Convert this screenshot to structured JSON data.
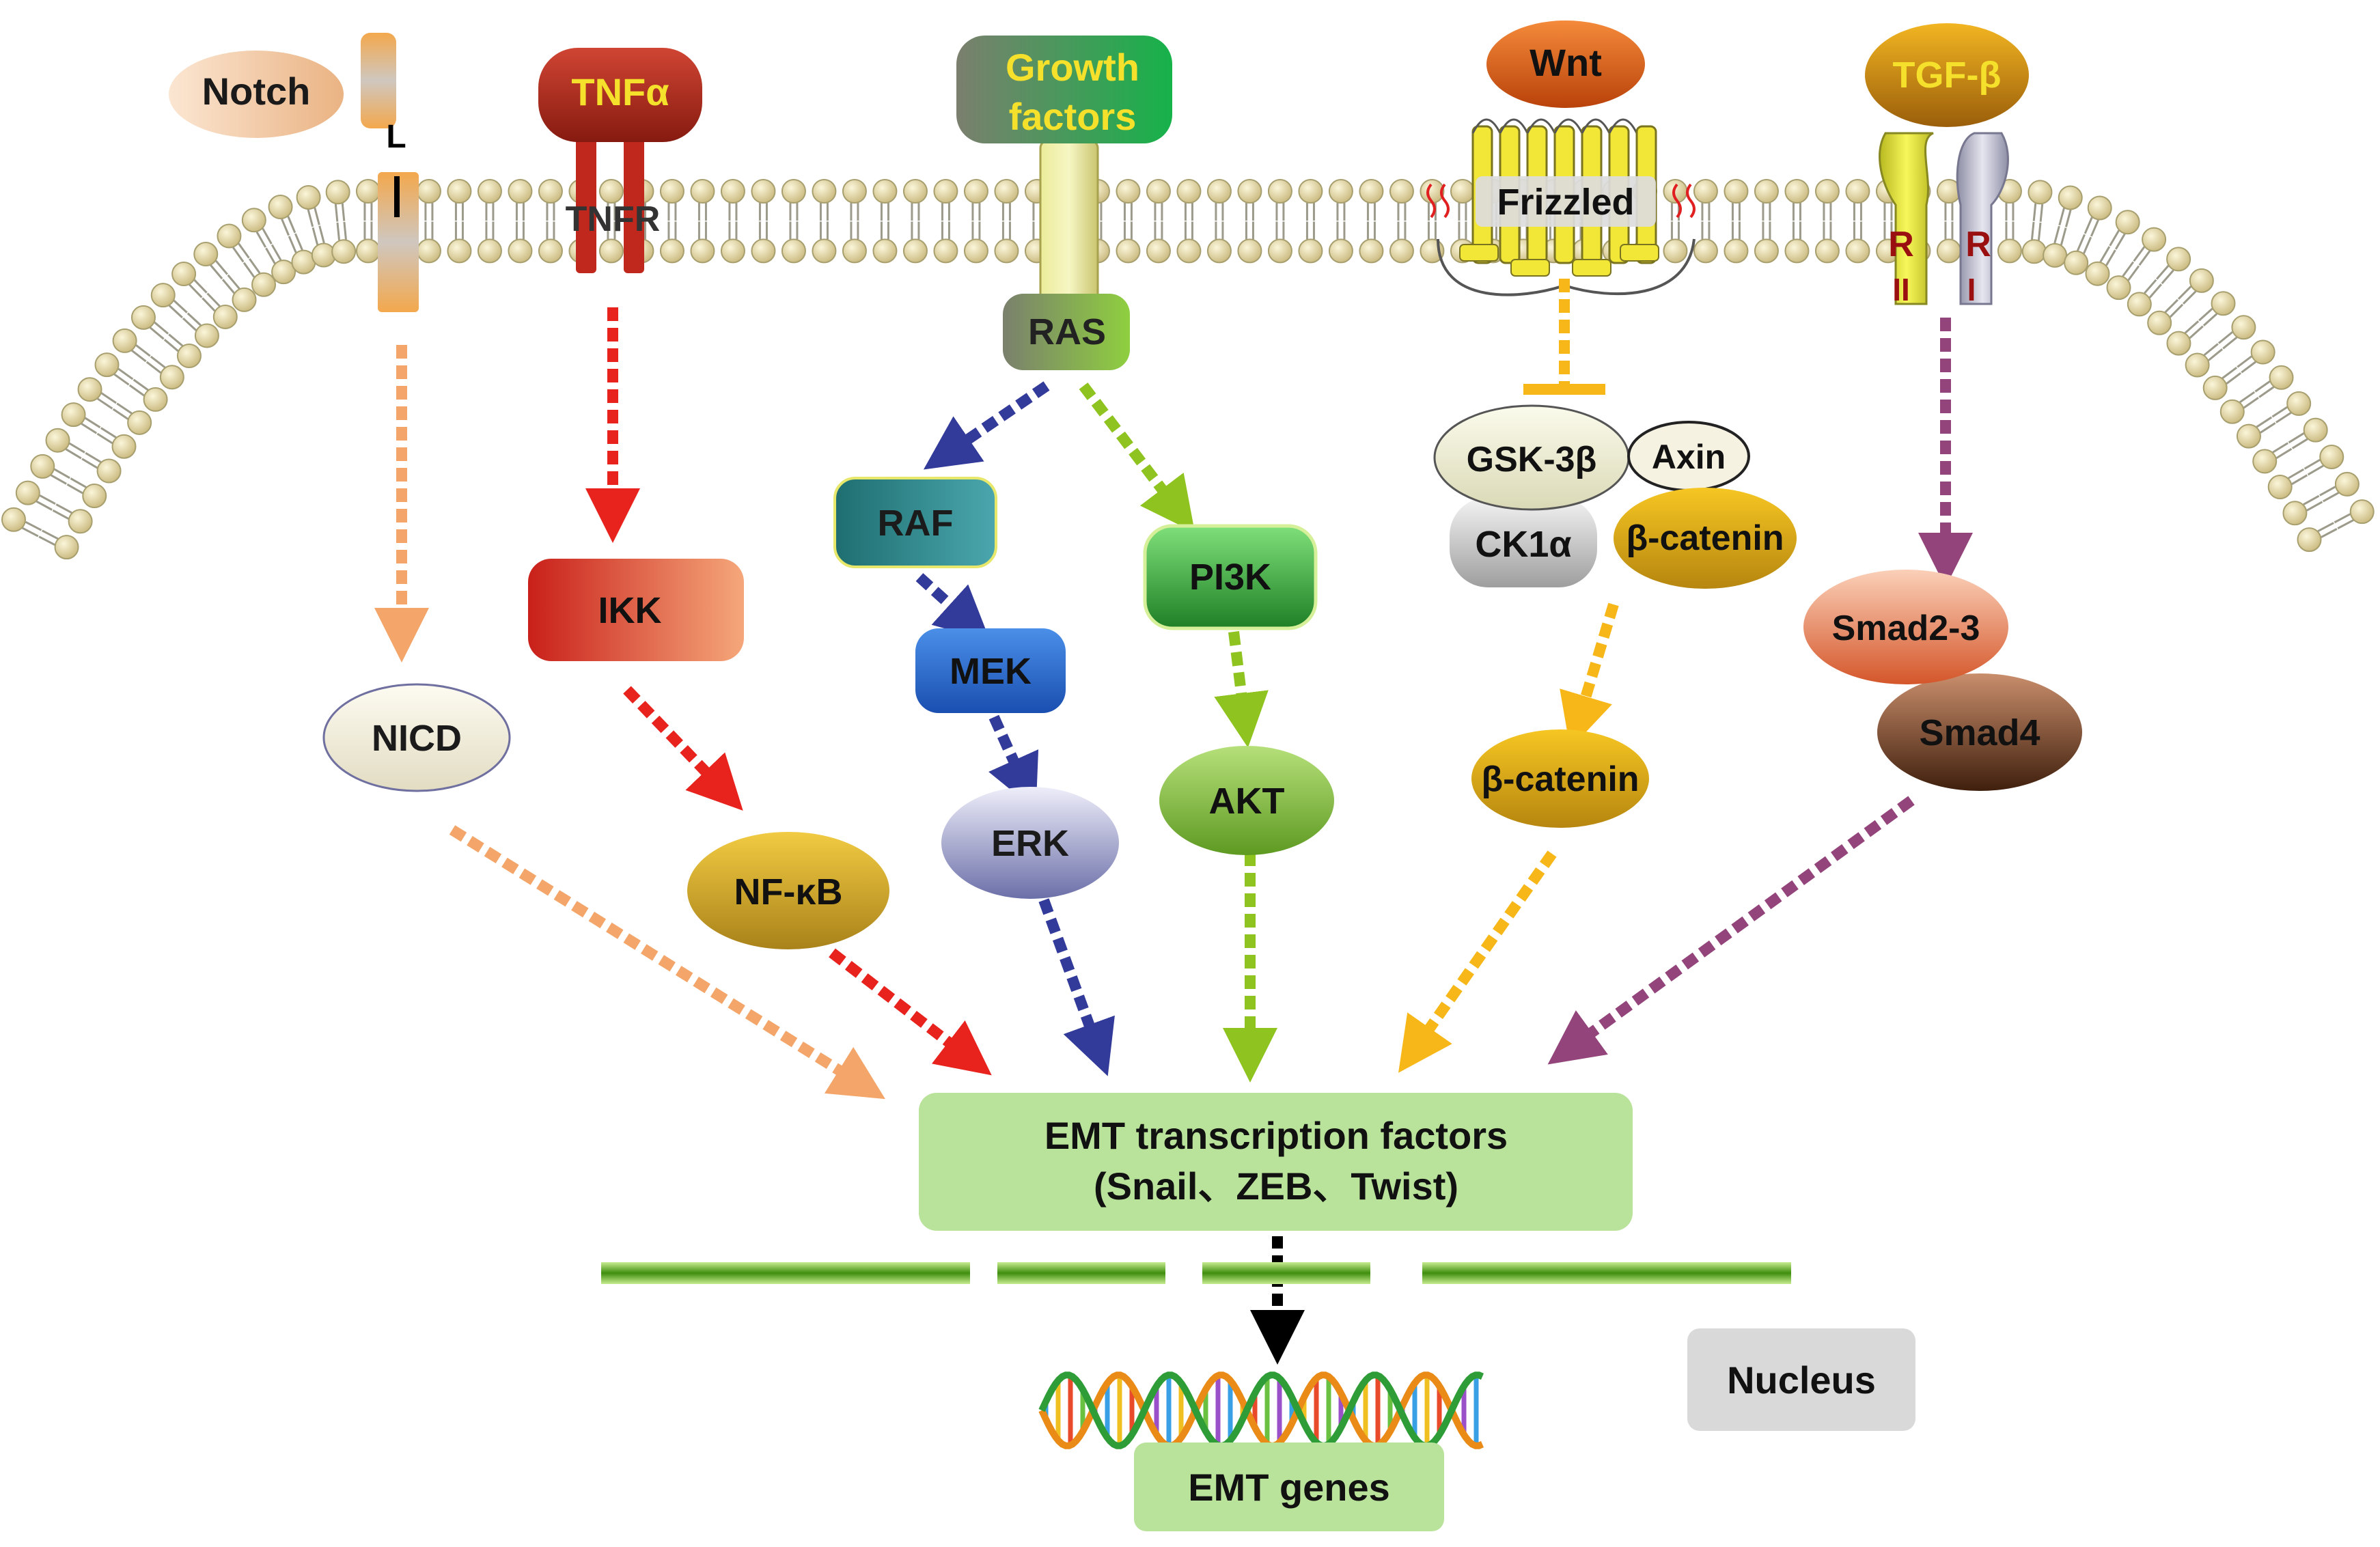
{
  "ligands": {
    "notch": "Notch",
    "tnfa": "TNFα",
    "growth_factors_line1": "Growth",
    "growth_factors_line2": "factors",
    "wnt": "Wnt",
    "tgfb": "TGF-β"
  },
  "receptors": {
    "notch_l": "L",
    "tnfr": "TNFR",
    "frizzled": "Frizzled",
    "tgfb_r_left": "R",
    "tgfb_r_left_sub": "II",
    "tgfb_r_right": "R",
    "tgfb_r_right_sub": "I"
  },
  "nodes": {
    "ras": "RAS",
    "raf": "RAF",
    "mek": "MEK",
    "erk": "ERK",
    "pi3k": "PI3K",
    "akt": "AKT",
    "ikk": "IKK",
    "nfkb": "NF-κB",
    "nicd": "NICD",
    "gsk3b": "GSK-3β",
    "axin": "Axin",
    "ck1a": "CK1α",
    "bcatenin_complex": "β-catenin",
    "bcatenin_free": "β-catenin",
    "smad23": "Smad2-3",
    "smad4": "Smad4"
  },
  "emt": {
    "tf_line1": "EMT transcription factors",
    "tf_line2": "(Snail、ZEB、Twist)",
    "genes": "EMT genes",
    "nucleus": "Nucleus"
  },
  "colors": {
    "notch_arrow": "#f4a66a",
    "tnf_arrow": "#e8231e",
    "mapk_arrow": "#323a9a",
    "pi3k_arrow": "#8fc31f",
    "wnt_arrow": "#f7b718",
    "tgfb_arrow": "#93457b",
    "nuclear_arrow": "#000000",
    "emt_box": "#b9e29a",
    "nucleus_box": "#d9d9d9"
  }
}
